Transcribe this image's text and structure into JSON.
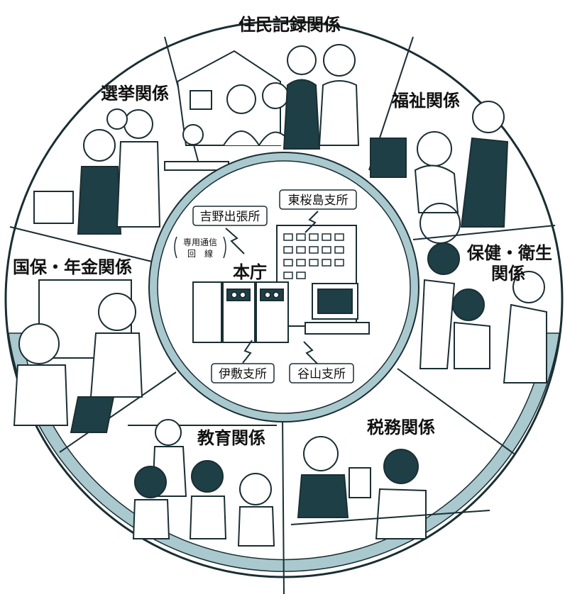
{
  "colors": {
    "band": "#a9c9cf",
    "band_dark": "#6f9ea6",
    "line": "#1a2e33",
    "paper": "#ffffff",
    "figure_dark": "#1f3f46"
  },
  "diagram": {
    "center": {
      "title": "本庁",
      "note_line1": "専用通信",
      "note_line2": "回　線",
      "offices": [
        "吉野出張所",
        "東桜島支所",
        "伊敷支所",
        "谷山支所"
      ]
    },
    "sectors": [
      {
        "label": "住民記録関係",
        "icon": "family-house-illustration"
      },
      {
        "label": "福祉関係",
        "icon": "wheelchair-elderly-illustration"
      },
      {
        "label": "保健・衛生",
        "label2": "関係",
        "icon": "doctor-checkup-illustration"
      },
      {
        "label": "税務関係",
        "icon": "tax-counter-illustration"
      },
      {
        "label": "教育関係",
        "icon": "classroom-illustration"
      },
      {
        "label": "国保・年金関係",
        "icon": "pension-consultation-illustration"
      },
      {
        "label": "選挙関係",
        "icon": "ballot-box-illustration"
      }
    ]
  }
}
